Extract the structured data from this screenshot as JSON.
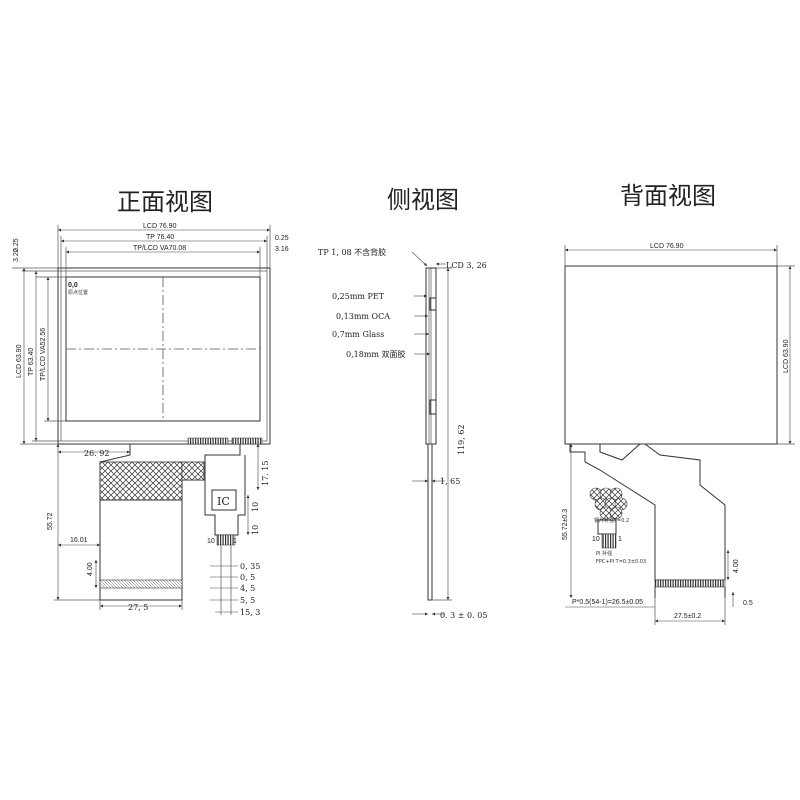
{
  "titles": {
    "front": "正面视图",
    "side": "侧视图",
    "back": "背面视图"
  },
  "front": {
    "lcd_width": "LCD 76.90",
    "tp_width": "TP 76.40",
    "va_width": "TP/LCD VA70.08",
    "top_left_0_25": "0.25",
    "top_left_3_22": "3.22",
    "top_right_0_25": "0.25",
    "top_right_3_16": "3.16",
    "lcd_height": "LCD 63.90",
    "tp_height": "TP 63.40",
    "va_height": "TP/LCD VA52.56",
    "origin": "0,0",
    "origin_note": "原点位置",
    "dim_26_92": "26. 92",
    "dim_17_15": "17. 15",
    "dim_55_72": "55.72",
    "dim_16_01": "16.01",
    "dim_4_00": "4.00",
    "dim_27_5": "27, 5",
    "ic_label": "IC",
    "dim_10a": "10",
    "dim_10b": "10",
    "pin_10": "10",
    "pin_1": "1",
    "dim_0_35": "0, 35",
    "dim_0_5": "0, 5",
    "dim_4_5": "4, 5",
    "dim_5_5": "5, 5",
    "dim_15_3": "15, 3"
  },
  "side": {
    "tp_thickness": "TP 1, 08 不含背胶",
    "lcd_thickness": "LCD 3, 26",
    "pet": "0,25mm PET",
    "oca": "0,13mm OCA",
    "glass": "0,7mm Glass",
    "tape": "0,18mm 双面胶",
    "total_length": "119, 62",
    "dim_1_65": "1, 65",
    "fpc_thickness": "0. 3 ± 0. 05"
  },
  "back": {
    "lcd_width": "LCD 76.90",
    "lcd_height": "LCD 63.90",
    "dim_55_72": "55.72±0.3",
    "stiffener_note": "钢片补强T=0.2",
    "pi_note_1": "PI 补强",
    "pi_note_2": "FPC+PI T=0.3±0.03",
    "pin_10": "10",
    "pin_1": "1",
    "dim_4_00": "4.00",
    "pitch": "P*0.5(54-1)=26.5±0.05",
    "dim_0_5": "0.5",
    "dim_27_5": "27.5±0.2"
  }
}
